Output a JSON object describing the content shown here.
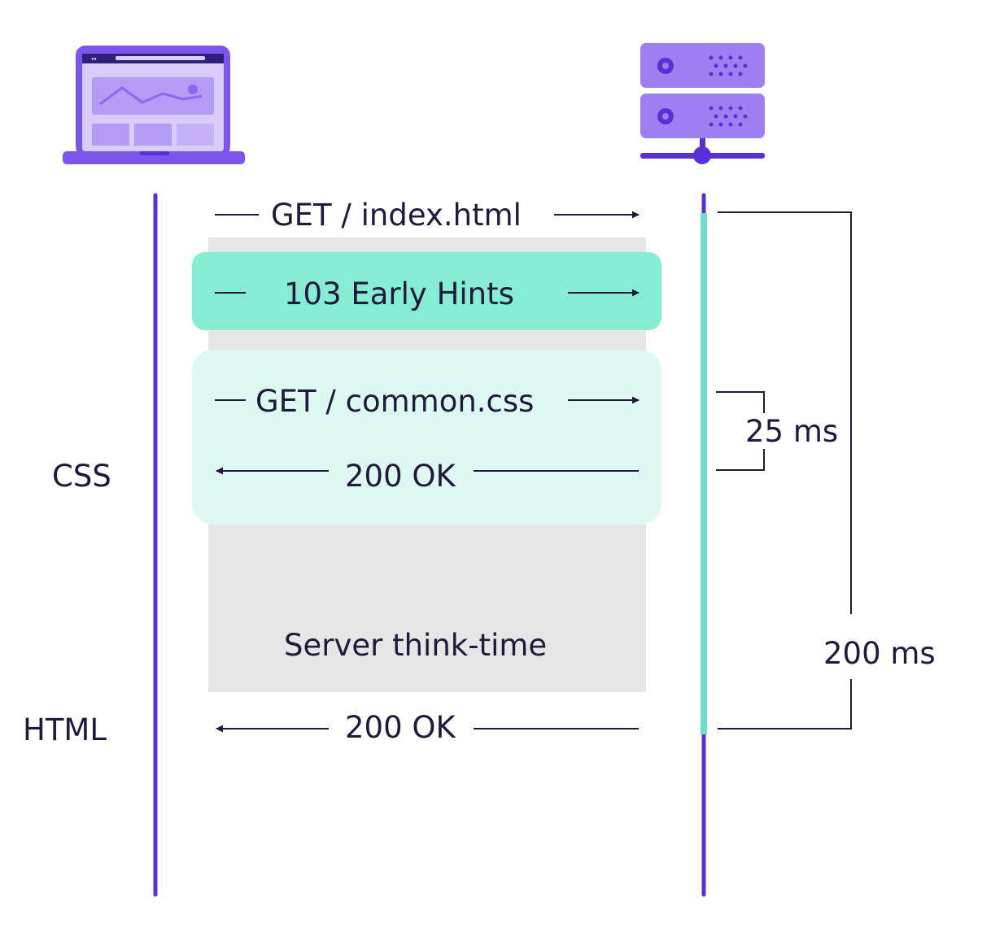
{
  "client": {
    "icon": "laptop-icon",
    "phases": [
      {
        "label": "CSS"
      },
      {
        "label": "HTML"
      }
    ]
  },
  "server": {
    "icon": "server-icon"
  },
  "messages": {
    "get_index": "GET / index.html",
    "early_hints": "103 Early Hints",
    "get_css": "GET / common.css",
    "ok_css": "200 OK",
    "think_time": "Server think-time",
    "ok_html": "200 OK"
  },
  "timings": {
    "css_roundtrip": "25 ms",
    "html_total": "200 ms"
  },
  "colors": {
    "accent_purple": "#5b2fd6",
    "icon_purple": "#9d7ff2",
    "early_hints_green": "#86ecd2",
    "css_panel_green": "#def9f1",
    "server_lifeline_teal": "#6fe0c8",
    "think_time_gray": "#e6e6e6",
    "ink": "#1f1a3d"
  }
}
